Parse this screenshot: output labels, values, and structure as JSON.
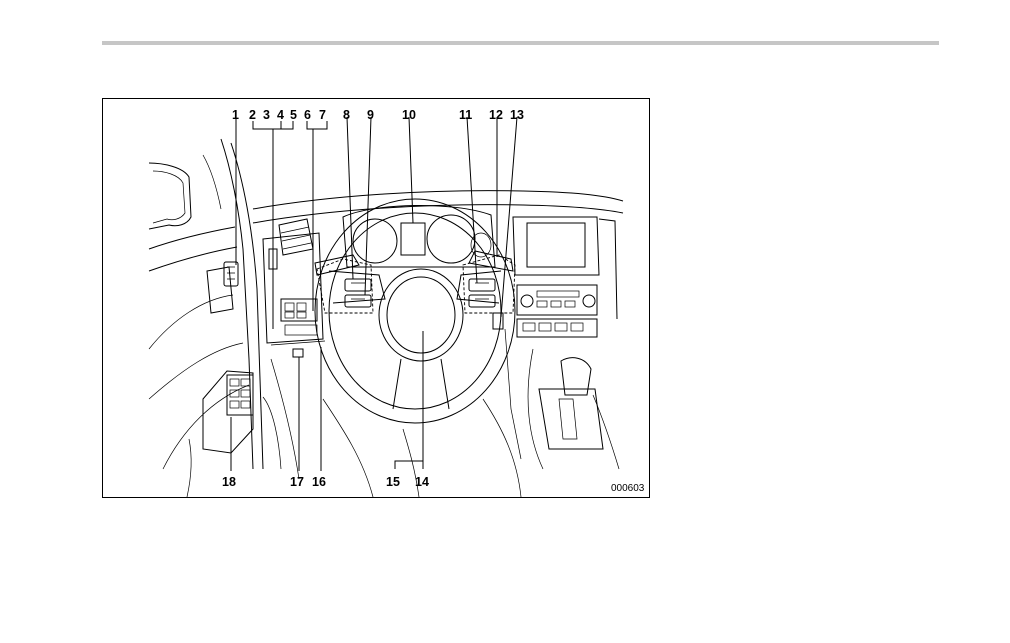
{
  "figure": {
    "code": "000603",
    "callouts": [
      "1",
      "2",
      "3",
      "4",
      "5",
      "6",
      "7",
      "8",
      "9",
      "10",
      "11",
      "12",
      "13",
      "14",
      "15",
      "16",
      "17",
      "18"
    ],
    "description_icons": [
      "steering-wheel",
      "dashboard",
      "door-panel",
      "gear-shifter",
      "center-console"
    ]
  }
}
